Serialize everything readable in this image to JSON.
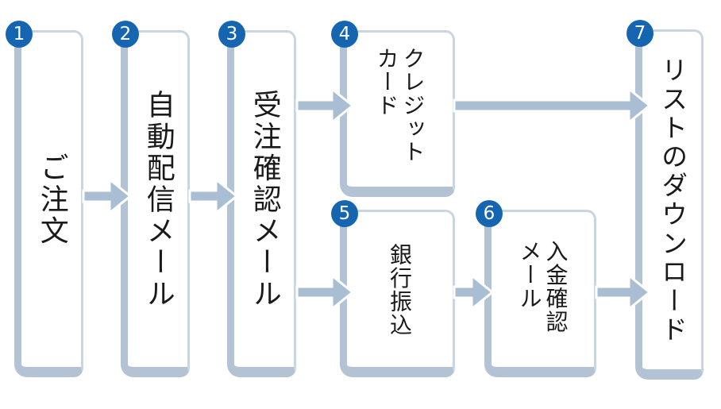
{
  "diagram_title": "order-to-download-flow",
  "colors": {
    "step_number_blue": "#1565b0",
    "box_border_light": "#c9d5e1",
    "box_border_thick": "#b3c3d4",
    "arrow": "#a9bed3",
    "text": "#1a1a1a"
  },
  "steps": [
    {
      "number": "1",
      "label": "ご注文"
    },
    {
      "number": "2",
      "label": "自動配信メール"
    },
    {
      "number": "3",
      "label": "受注確認メール"
    },
    {
      "number": "4",
      "label": "クレジットカード"
    },
    {
      "number": "5",
      "label": "銀行振込"
    },
    {
      "number": "6",
      "label": "入金確認メール"
    },
    {
      "number": "7",
      "label": "リストのダウンロード"
    }
  ],
  "arrows": [
    {
      "from": "1",
      "to": "2"
    },
    {
      "from": "2",
      "to": "3"
    },
    {
      "from": "3",
      "to": "4"
    },
    {
      "from": "3",
      "to": "5"
    },
    {
      "from": "4",
      "to": "7"
    },
    {
      "from": "5",
      "to": "6"
    },
    {
      "from": "6",
      "to": "7"
    }
  ]
}
